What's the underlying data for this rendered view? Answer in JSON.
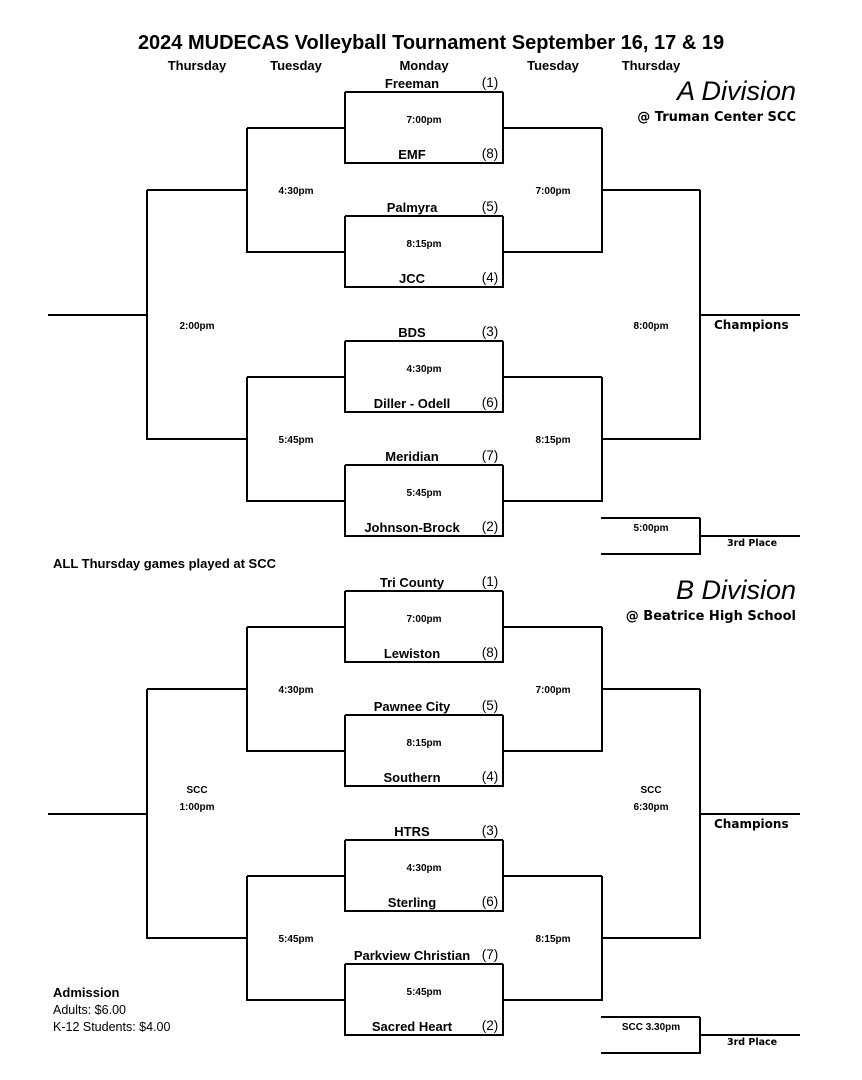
{
  "header": {
    "title": "2024 MUDECAS Volleyball Tournament September 16, 17 & 19",
    "days": [
      "Thursday",
      "Tuesday",
      "Monday",
      "Tuesday",
      "Thursday"
    ]
  },
  "divisions": [
    {
      "name": "A  Division",
      "venue": "@ Truman Center SCC",
      "matches": [
        {
          "top_team": "Freeman",
          "top_seed": "(1)",
          "bottom_team": "EMF",
          "bottom_seed": "(8)",
          "time": "7:00pm"
        },
        {
          "top_team": "Palmyra",
          "top_seed": "(5)",
          "bottom_team": "JCC",
          "bottom_seed": "(4)",
          "time": "8:15pm"
        },
        {
          "top_team": "BDS",
          "top_seed": "(3)",
          "bottom_team": "Diller - Odell",
          "bottom_seed": "(6)",
          "time": "4:30pm"
        },
        {
          "top_team": "Meridian",
          "top_seed": "(7)",
          "bottom_team": "Johnson-Brock",
          "bottom_seed": "(2)",
          "time": "5:45pm"
        }
      ],
      "left_semis": [
        {
          "time": "4:30pm"
        },
        {
          "time": "5:45pm"
        }
      ],
      "right_semis": [
        {
          "time": "7:00pm"
        },
        {
          "time": "8:15pm"
        }
      ],
      "left_final": {
        "venue": "",
        "time": "2:00pm"
      },
      "right_final": {
        "venue": "",
        "time": "8:00pm"
      },
      "champions_label": "Champions",
      "third_place": {
        "time": "5:00pm",
        "label": "3rd Place"
      }
    },
    {
      "name": "B Division",
      "venue": "@ Beatrice High School",
      "matches": [
        {
          "top_team": "Tri County",
          "top_seed": "(1)",
          "bottom_team": "Lewiston",
          "bottom_seed": "(8)",
          "time": "7:00pm"
        },
        {
          "top_team": "Pawnee City",
          "top_seed": "(5)",
          "bottom_team": "Southern",
          "bottom_seed": "(4)",
          "time": "8:15pm"
        },
        {
          "top_team": "HTRS",
          "top_seed": "(3)",
          "bottom_team": "Sterling",
          "bottom_seed": "(6)",
          "time": "4:30pm"
        },
        {
          "top_team": "Parkview Christian",
          "top_seed": "(7)",
          "bottom_team": "Sacred Heart",
          "bottom_seed": "(2)",
          "time": "5:45pm"
        }
      ],
      "left_semis": [
        {
          "time": "4:30pm"
        },
        {
          "time": "5:45pm"
        }
      ],
      "right_semis": [
        {
          "time": "7:00pm"
        },
        {
          "time": "8:15pm"
        }
      ],
      "left_final": {
        "venue": "SCC",
        "time": "1:00pm"
      },
      "right_final": {
        "venue": "SCC",
        "time": "6:30pm"
      },
      "champions_label": "Champions",
      "third_place": {
        "time": "SCC 3.30pm",
        "label": "3rd Place"
      }
    }
  ],
  "notes": {
    "thursday_note": "ALL Thursday games played at SCC",
    "admission_title": "Admission",
    "admission_adults": "Adults: $6.00",
    "admission_students": "K-12 Students: $4.00"
  }
}
